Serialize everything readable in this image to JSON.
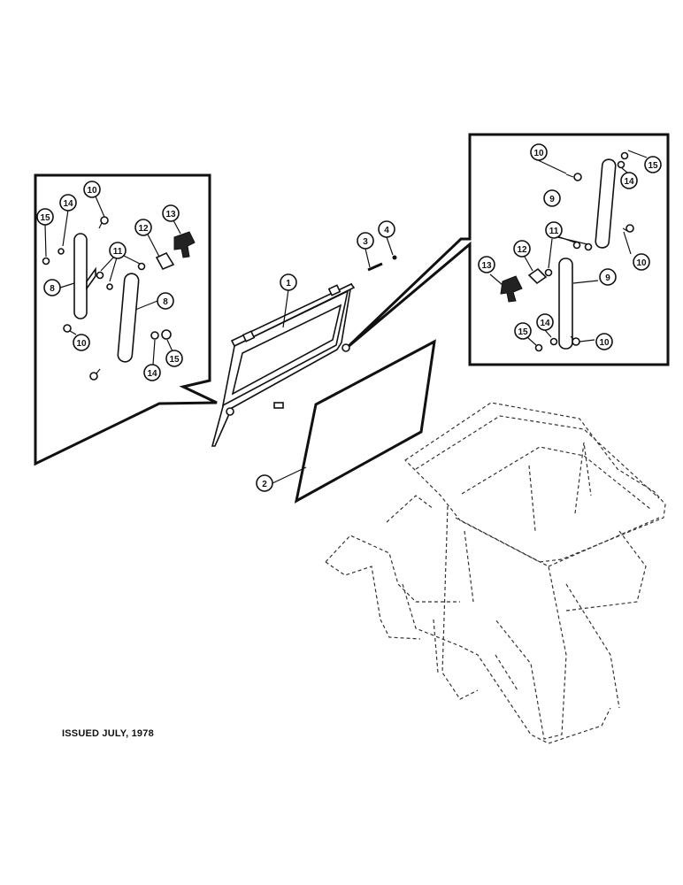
{
  "footer": {
    "issued": "ISSUED JULY, 1978"
  },
  "callouts": {
    "center": [
      {
        "id": "c1",
        "label": "1"
      },
      {
        "id": "c2",
        "label": "2"
      },
      {
        "id": "c3",
        "label": "3"
      },
      {
        "id": "c4",
        "label": "4"
      }
    ],
    "left_panel": [
      {
        "id": "l10a",
        "label": "10"
      },
      {
        "id": "l14a",
        "label": "14"
      },
      {
        "id": "l15a",
        "label": "15"
      },
      {
        "id": "l13",
        "label": "13"
      },
      {
        "id": "l12",
        "label": "12"
      },
      {
        "id": "l11",
        "label": "11"
      },
      {
        "id": "l8a",
        "label": "8"
      },
      {
        "id": "l8b",
        "label": "8"
      },
      {
        "id": "l10b",
        "label": "10"
      },
      {
        "id": "l14b",
        "label": "14"
      },
      {
        "id": "l15b",
        "label": "15"
      }
    ],
    "right_panel": [
      {
        "id": "r10a",
        "label": "10"
      },
      {
        "id": "r15a",
        "label": "15"
      },
      {
        "id": "r14a",
        "label": "14"
      },
      {
        "id": "r9a",
        "label": "9"
      },
      {
        "id": "r11",
        "label": "11"
      },
      {
        "id": "r12",
        "label": "12"
      },
      {
        "id": "r10b",
        "label": "10"
      },
      {
        "id": "r13",
        "label": "13"
      },
      {
        "id": "r9b",
        "label": "9"
      },
      {
        "id": "r14b",
        "label": "14"
      },
      {
        "id": "r15b",
        "label": "15"
      },
      {
        "id": "r10c",
        "label": "10"
      }
    ]
  }
}
